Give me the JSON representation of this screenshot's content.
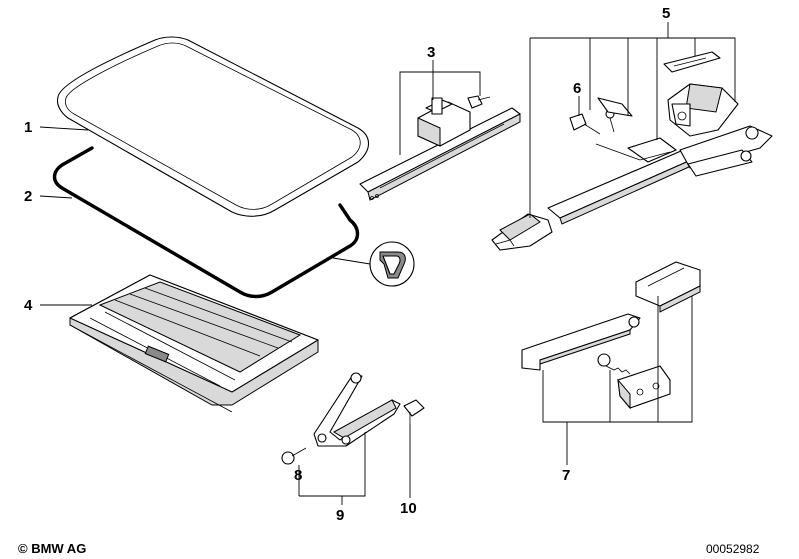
{
  "diagram": {
    "callouts": {
      "c1": "1",
      "c2": "2",
      "c3": "3",
      "c4": "4",
      "c5": "5",
      "c6": "6",
      "c7": "7",
      "c8": "8",
      "c9": "9",
      "c10": "10"
    },
    "copyright": "© BMW AG",
    "diagram_id": "00052982"
  }
}
